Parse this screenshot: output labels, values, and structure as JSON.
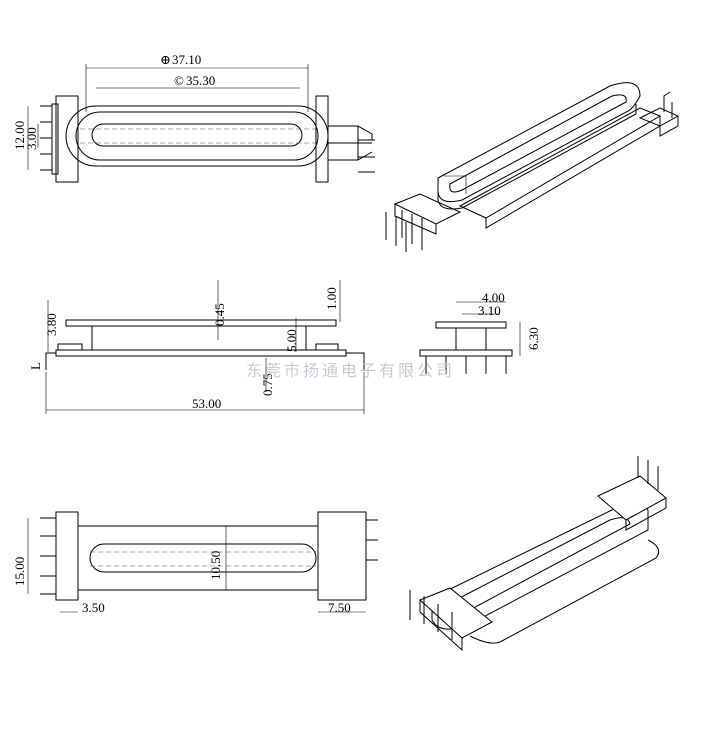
{
  "dimensions": {
    "top_view": {
      "overall_length": "37.10",
      "inner_length": "35.30",
      "overall_width": "12.00",
      "inner_width": "3.00"
    },
    "side_view": {
      "flange_height": "3.80",
      "wall_thickness": "0.45",
      "flange_step": "1.00",
      "height": "5.00",
      "pin_diameter": "0.75",
      "total_length": "53.00",
      "pin_offset": "L"
    },
    "end_view": {
      "outer_width": "4.00",
      "inner_width": "3.10",
      "height": "6.30"
    },
    "bottom_view": {
      "pin_row_span": "15.00",
      "center_width": "10.50",
      "left_pitch": "3.50",
      "right_offset": "7.50"
    }
  },
  "watermark": "东莞市扬通电子有限公司"
}
